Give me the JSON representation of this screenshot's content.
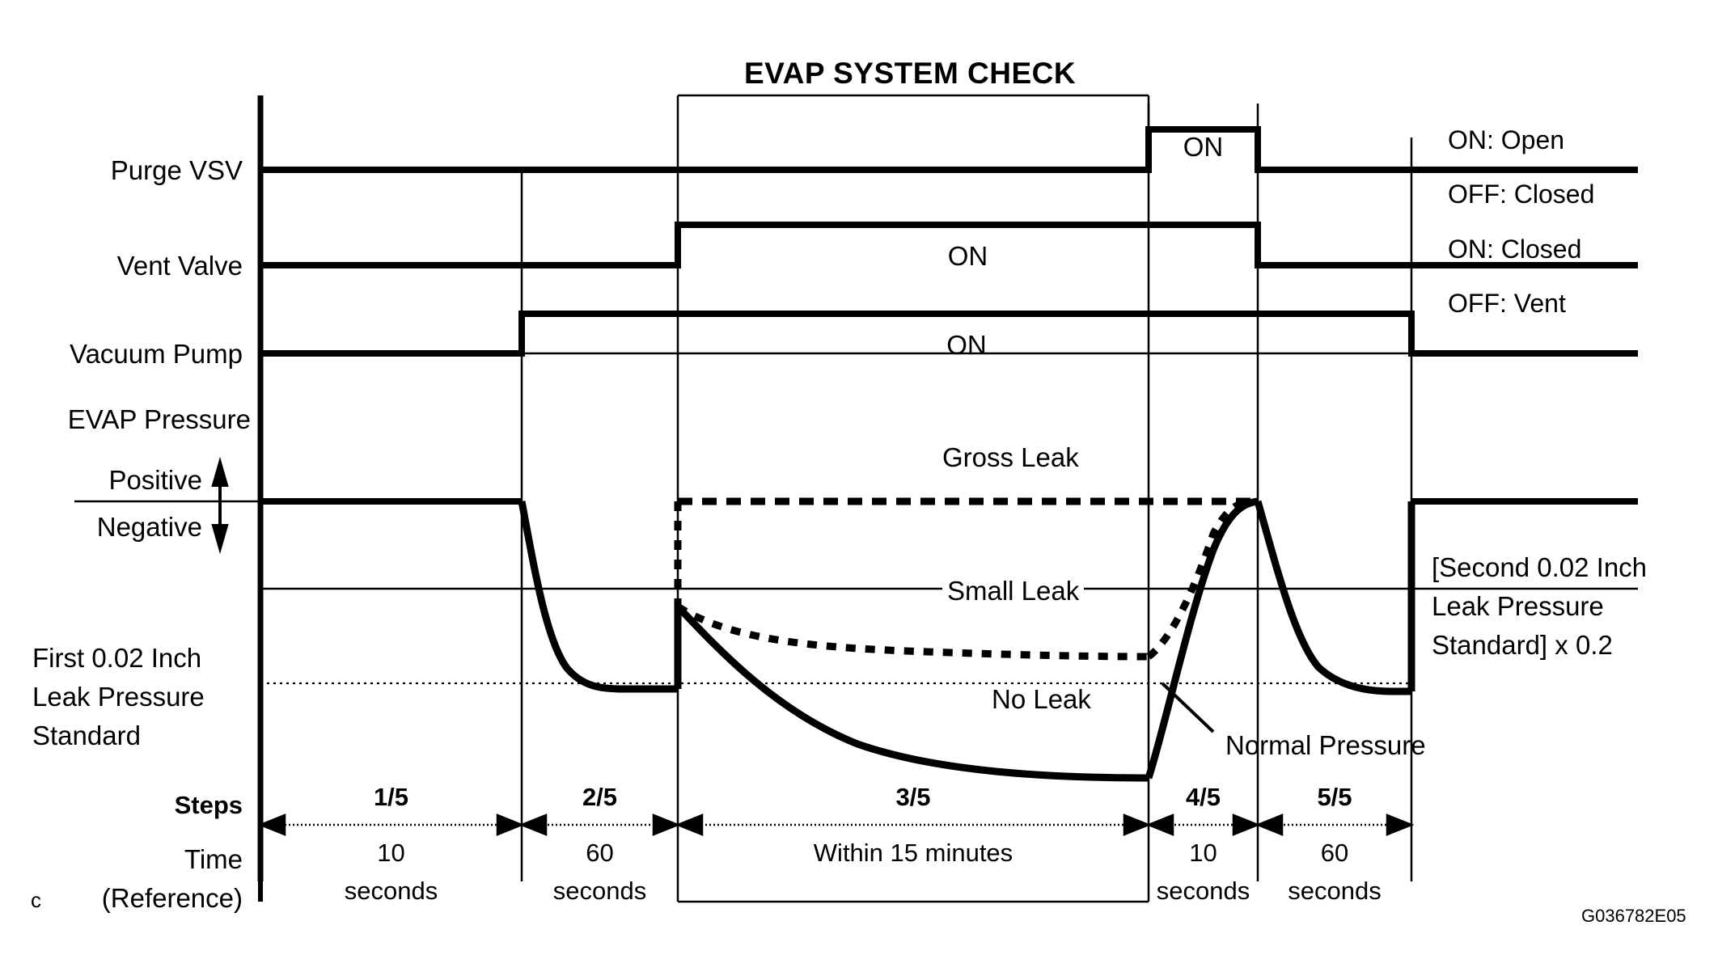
{
  "title": "EVAP SYSTEM CHECK",
  "figure_code": "G036782E05",
  "corner_mark": "c",
  "row_labels": {
    "purge_vsv": "Purge VSV",
    "vent_valve": "Vent Valve",
    "vacuum_pump": "Vacuum Pump",
    "evap_pressure": "EVAP Pressure",
    "positive": "Positive",
    "negative": "Negative"
  },
  "state_labels": {
    "purge_on": "ON",
    "vent_on": "ON",
    "pump_on": "ON"
  },
  "right_legend": [
    "ON: Open",
    "OFF: Closed",
    "ON: Closed",
    "OFF: Vent"
  ],
  "left_note": {
    "line1": "First 0.02 Inch",
    "line2": "Leak Pressure",
    "line3": "Standard"
  },
  "right_note": {
    "line1": "[Second 0.02 Inch",
    "line2": "Leak Pressure",
    "line3": "Standard] x 0.2"
  },
  "curve_labels": {
    "gross_leak": "Gross Leak",
    "small_leak": "Small Leak",
    "no_leak": "No Leak",
    "normal_pressure": "Normal Pressure"
  },
  "axis_rows": {
    "steps_label": "Steps",
    "time_label": "Time",
    "time_sub": "(Reference)"
  },
  "chart_data": {
    "type": "line",
    "title": "EVAP SYSTEM CHECK",
    "xlabel": "Time (Reference)",
    "ylabel": "EVAP Pressure",
    "grid": true,
    "legend_position": "right",
    "steps": [
      {
        "id": "1/5",
        "time": "10",
        "unit": "seconds",
        "x_start": 322,
        "x_end": 645
      },
      {
        "id": "2/5",
        "time": "60",
        "unit": "seconds",
        "x_start": 645,
        "x_end": 838
      },
      {
        "id": "3/5",
        "time": "Within 15 minutes",
        "unit": "",
        "x_start": 838,
        "x_end": 1420
      },
      {
        "id": "4/5",
        "time": "10",
        "unit": "seconds",
        "x_start": 1420,
        "x_end": 1555
      },
      {
        "id": "5/5",
        "time": "60",
        "unit": "seconds",
        "x_start": 1555,
        "x_end": 1745
      }
    ],
    "series": [
      {
        "name": "Purge VSV",
        "type": "digital",
        "on_label": "ON",
        "states": [
          "OFF",
          "OFF",
          "OFF",
          "ON",
          "OFF"
        ],
        "legend": [
          "ON: Open",
          "OFF: Closed"
        ]
      },
      {
        "name": "Vent Valve",
        "type": "digital",
        "on_label": "ON",
        "states": [
          "OFF",
          "OFF",
          "ON",
          "ON",
          "OFF"
        ],
        "legend": [
          "ON: Closed",
          "OFF: Vent"
        ]
      },
      {
        "name": "Vacuum Pump",
        "type": "digital",
        "on_label": "ON",
        "states": [
          "OFF",
          "ON",
          "ON",
          "ON",
          "ON"
        ],
        "legend": []
      },
      {
        "name": "Gross Leak",
        "type": "pressure",
        "style": "dashed-coarse",
        "description": "Stays at zero / atmospheric across step 3/5"
      },
      {
        "name": "Small Leak",
        "type": "pressure",
        "style": "dotted",
        "description": "Decays partially then recovers in step 4/5"
      },
      {
        "name": "No Leak",
        "type": "pressure",
        "style": "solid",
        "description": "Full vacuum decay then recovery and second pump-down"
      }
    ],
    "reference_lines": [
      {
        "name": "Zero / Atmospheric",
        "y": 620
      },
      {
        "name": "Second 0.02 Inch Leak Pressure Standard x 0.2",
        "y": 728
      },
      {
        "name": "First 0.02 Inch Leak Pressure Standard",
        "y": 845
      }
    ],
    "annotations": [
      "Gross Leak",
      "Small Leak",
      "No Leak",
      "Normal Pressure",
      "Positive",
      "Negative"
    ]
  }
}
